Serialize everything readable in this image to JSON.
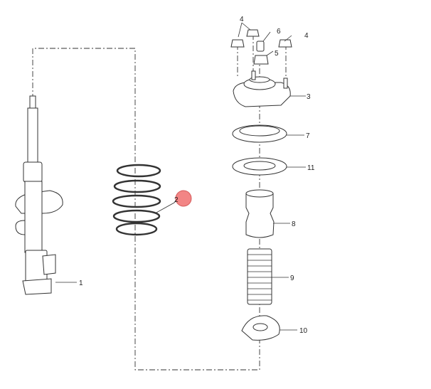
{
  "diagram": {
    "callouts": {
      "c1": "1",
      "c2": "2",
      "c3": "3",
      "c4a": "4",
      "c4b": "4",
      "c5": "5",
      "c6": "6",
      "c7": "7",
      "c8": "8",
      "c9": "9",
      "c10": "10",
      "c11": "11"
    },
    "highlight_color": "#f07070"
  }
}
